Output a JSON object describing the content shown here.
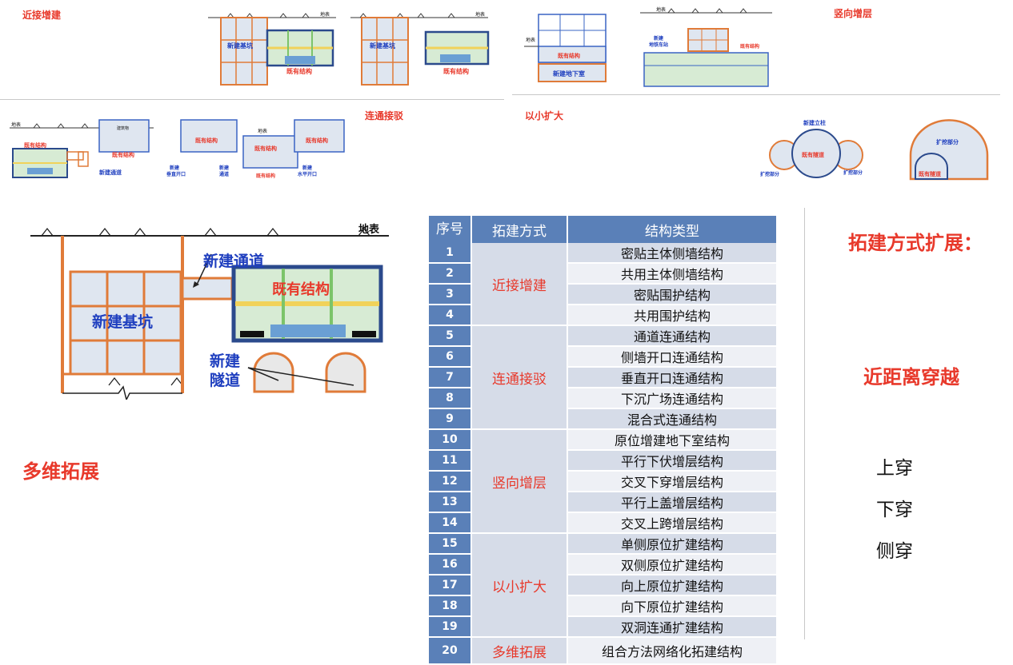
{
  "top_labels": {
    "adjacent": "近接增建",
    "vertical": "竖向增层",
    "connect": "连通接驳",
    "small_to_large": "以小扩大",
    "surface": "地表",
    "new_pit": "新建基坑",
    "existing": "既有结构",
    "new_basement": "新建地下室",
    "new_station": "新建地铁车站",
    "new_station_l1": "新建",
    "new_station_l2": "地铁车站",
    "building": "建筑物",
    "new_passage": "新建通道",
    "new_vertical_opening_l1": "新建",
    "new_vertical_opening_l2": "垂直开口",
    "new_passage_l1": "新建",
    "new_passage_l2": "通道",
    "new_horizontal_opening_l1": "新建",
    "new_horizontal_opening_l2": "水平开口",
    "new_column": "新建立柱",
    "existing_tunnel": "既有隧道",
    "excavation_part": "扩挖部分"
  },
  "big_diagram": {
    "surface": "地表",
    "new_passage": "新建通道",
    "existing": "既有结构",
    "new_pit": "新建基坑",
    "new_tunnel_l1": "新建",
    "new_tunnel_l2": "隧道"
  },
  "multi_dim": "多维拓展",
  "table": {
    "header": {
      "num": "序号",
      "method": "拓建方式",
      "type": "结构类型"
    },
    "groups": [
      {
        "method": "近接增建",
        "rows": [
          {
            "num": "1",
            "type": "密贴主体侧墙结构"
          },
          {
            "num": "2",
            "type": "共用主体侧墙结构"
          },
          {
            "num": "3",
            "type": "密贴围护结构"
          },
          {
            "num": "4",
            "type": "共用围护结构"
          }
        ]
      },
      {
        "method": "连通接驳",
        "rows": [
          {
            "num": "5",
            "type": "通道连通结构"
          },
          {
            "num": "6",
            "type": "侧墙开口连通结构"
          },
          {
            "num": "7",
            "type": "垂直开口连通结构"
          },
          {
            "num": "8",
            "type": "下沉广场连通结构"
          },
          {
            "num": "9",
            "type": "混合式连通结构"
          }
        ]
      },
      {
        "method": "竖向增层",
        "rows": [
          {
            "num": "10",
            "type": "原位增建地下室结构"
          },
          {
            "num": "11",
            "type": "平行下伏增层结构"
          },
          {
            "num": "12",
            "type": "交叉下穿增层结构"
          },
          {
            "num": "13",
            "type": "平行上盖增层结构"
          },
          {
            "num": "14",
            "type": "交叉上跨增层结构"
          }
        ]
      },
      {
        "method": "以小扩大",
        "rows": [
          {
            "num": "15",
            "type": "单侧原位扩建结构"
          },
          {
            "num": "16",
            "type": "双侧原位扩建结构"
          },
          {
            "num": "17",
            "type": "向上原位扩建结构"
          },
          {
            "num": "18",
            "type": "向下原位扩建结构"
          },
          {
            "num": "19",
            "type": "双洞连通扩建结构"
          }
        ]
      },
      {
        "method": "多维拓展",
        "rows": [
          {
            "num": "20",
            "type": "组合方法网络化拓建结构"
          }
        ]
      }
    ]
  },
  "right_panel": {
    "title": "拓建方式扩展：",
    "close_crossing": "近距离穿越",
    "items": [
      "上穿",
      "下穿",
      "侧穿"
    ]
  },
  "colors": {
    "red": "#e8392b",
    "blue": "#1f3fbf",
    "orange": "#e07b39",
    "header_blue": "#5a80b8"
  }
}
